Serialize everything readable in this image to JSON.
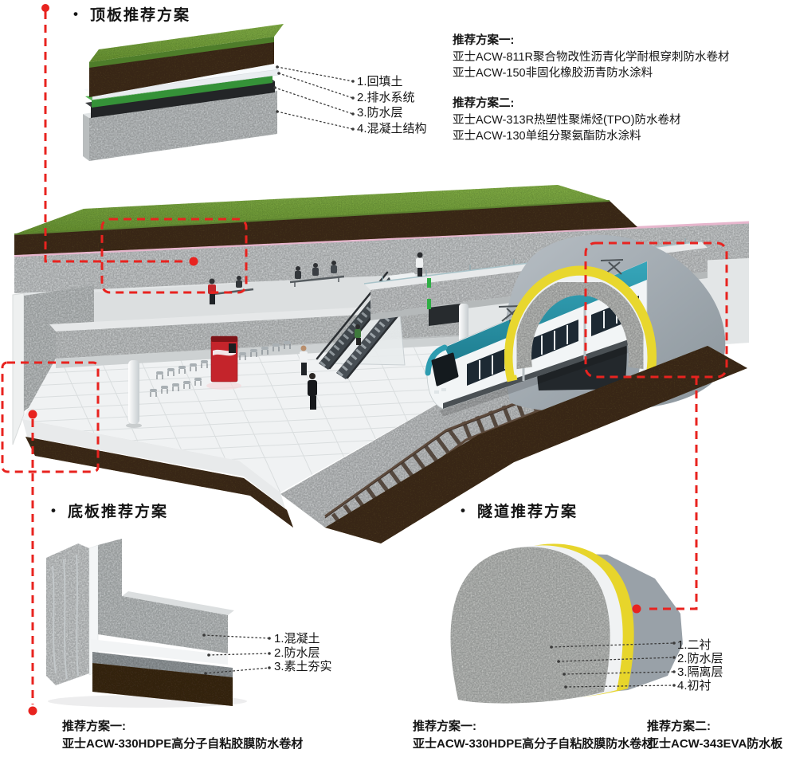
{
  "colors": {
    "accent_red": "#E8231F",
    "grass_green": "#7FAC45",
    "soil_brown": "#4F3A25",
    "waterproof_black": "#232527",
    "drainage_green": "#4FB04C",
    "membrane_pink": "#E7B6CD",
    "concrete_gray": "#CDD0D1",
    "train_teal": "#2D9CB0",
    "tunnel_yellow": "#E7D52B",
    "vending_red": "#C4242B"
  },
  "roof": {
    "bullet": "•",
    "title": "顶板推荐方案",
    "labels": [
      "1.回填土",
      "2.排水系统",
      "3.防水层",
      "4.混凝土结构"
    ],
    "plan1": {
      "heading": "推荐方案一:",
      "line1": "亚士ACW-811R聚合物改性沥青化学耐根穿刺防水卷材",
      "line2": "亚士ACW-150非固化橡胶沥青防水涂料"
    },
    "plan2": {
      "heading": "推荐方案二:",
      "line1": "亚士ACW-313R热塑性聚烯烃(TPO)防水卷材",
      "line2": "亚士ACW-130单组分聚氨酯防水涂料"
    }
  },
  "floor": {
    "bullet": "•",
    "title": "底板推荐方案",
    "labels": [
      "1.混凝土",
      "2.防水层",
      "3.素土夯实"
    ],
    "plan1": {
      "heading": "推荐方案一:",
      "line1": "亚士ACW-330HDPE高分子自粘胶膜防水卷材"
    }
  },
  "tunnel": {
    "bullet": "•",
    "title": "隧道推荐方案",
    "labels": [
      "1.二衬",
      "2.防水层",
      "3.隔离层",
      "4.初衬"
    ],
    "plan1": {
      "heading": "推荐方案一:",
      "line1": "亚士ACW-330HDPE高分子自粘胶膜防水卷材"
    },
    "plan2": {
      "heading": "推荐方案二:",
      "line1": "亚士ACW-343EVA防水板"
    }
  }
}
